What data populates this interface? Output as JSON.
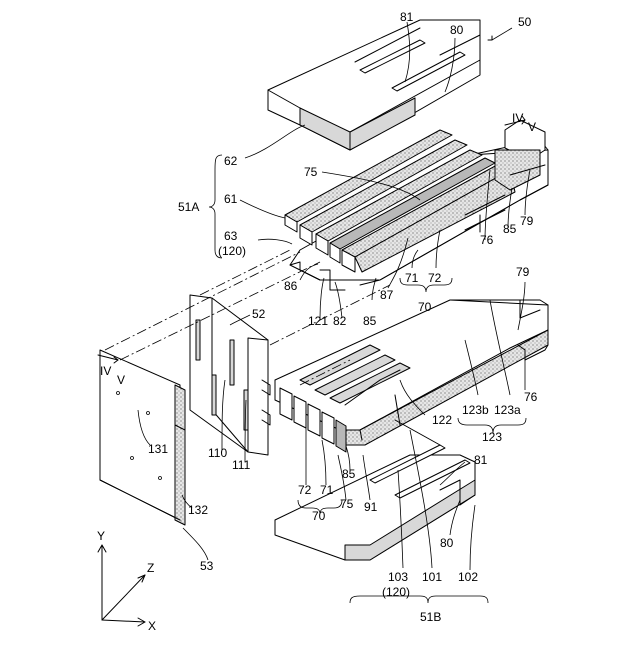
{
  "figure": {
    "labels": {
      "n50": "50",
      "n81_top": "81",
      "n80_top": "80",
      "n62": "62",
      "n51A": "51A",
      "n61": "61",
      "n63": "63",
      "n120_top": "(120)",
      "n75_top": "75",
      "n76_top": "76",
      "n85_top": "85",
      "n79_top": "79",
      "nIV_top": "IV",
      "nV_top": "V",
      "n86": "86",
      "n121": "121",
      "n82": "82",
      "n85_mid": "85",
      "n87": "87",
      "n71_top": "71",
      "n72_top": "72",
      "n70_top": "70",
      "n52": "52",
      "n79_right": "79",
      "nIV_left": "IV",
      "nV_left": "V",
      "n123b": "123b",
      "n123a": "123a",
      "n76_right": "76",
      "n123": "123",
      "n122": "122",
      "n131": "131",
      "n110": "110",
      "n111": "111",
      "n72_bot": "72",
      "n71_bot": "71",
      "n85_bot": "85",
      "n70_bot": "70",
      "n75_bot": "75",
      "n91": "91",
      "n132": "132",
      "n81_bot": "81",
      "n80_bot": "80",
      "n53": "53",
      "n103": "103",
      "n120_bot": "(120)",
      "n101": "101",
      "n102": "102",
      "n51B": "51B",
      "axis_y": "Y",
      "axis_z": "Z",
      "axis_x": "X"
    }
  }
}
